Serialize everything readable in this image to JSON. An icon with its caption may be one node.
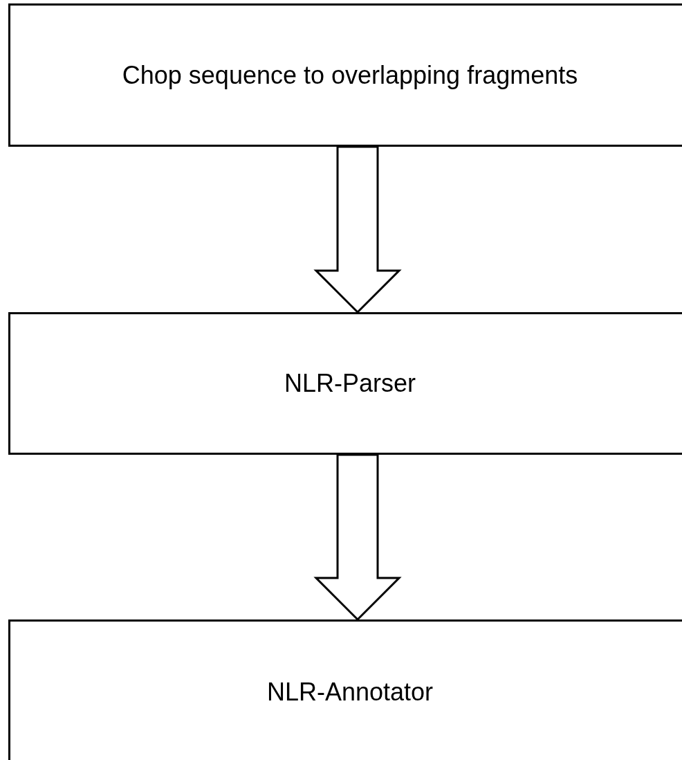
{
  "diagram": {
    "nodes": [
      {
        "text": [
          "Chop sequence to overlapping fragments"
        ]
      },
      {
        "text": [
          "NLR-Parser"
        ]
      },
      {
        "text": [
          "NLR-Annotator"
        ]
      }
    ],
    "edges": [
      {
        "from": 0,
        "to": 1,
        "arrow": "to"
      },
      {
        "from": 1,
        "to": 2,
        "arrow": "to"
      }
    ]
  }
}
